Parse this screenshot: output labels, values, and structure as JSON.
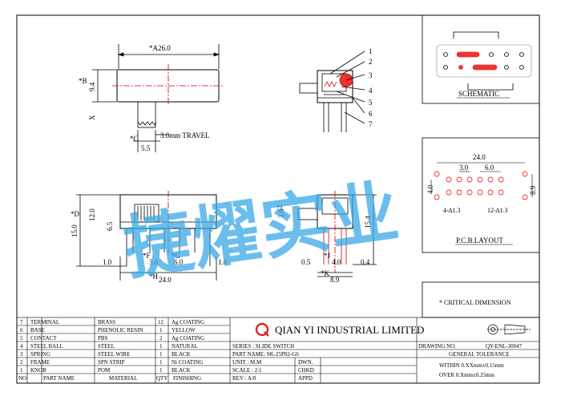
{
  "front_view": {
    "dim_a": "*A26.0",
    "dim_b_label": "*B",
    "dim_b_val": "9.4",
    "dim_x": "X",
    "dim_c": "*C",
    "dim_c_val": "5.5",
    "travel": "3.0mm TRAVEL"
  },
  "side_view": {
    "callouts": [
      "1",
      "2",
      "3",
      "4",
      "5",
      "6",
      "7"
    ]
  },
  "schematic": {
    "title": "SCHEMATIC"
  },
  "pcb": {
    "width": "24.0",
    "pitch_a": "3.0",
    "pitch_b": "6.0",
    "row": "4.0",
    "height": "8.9",
    "hole_a": "4-∆1.3",
    "hole_b": "12-∆1.3",
    "title": "P.C.B.LAYOUT"
  },
  "bottom_front": {
    "dim_d": "*D",
    "dim_d_val": "15.0",
    "dim_e_val": "12.0",
    "dim_65": "6.5",
    "dim_f": "*F",
    "dim_g": "*G",
    "dim_1a": "1.0",
    "dim_3": "3.0",
    "dim_6": "6.0",
    "dim_1b": "1.0",
    "dim_h": "*H",
    "dim_h_val": "24.0"
  },
  "bottom_side": {
    "dim_i": "*I",
    "dim_38": "3.8",
    "dim_154": "15.4",
    "dim_05": "0.5",
    "dim_j": "*J",
    "dim_40": "4.0",
    "dim_04": "0.4",
    "dim_k": "*K",
    "dim_89": "8.9"
  },
  "critical_note": "* CRITICAL  DIMENSION",
  "bom": [
    {
      "no": "7",
      "part": "TERMINAL",
      "mat": "BRASS",
      "qty": "12",
      "fin": "Ag COATING"
    },
    {
      "no": "6",
      "part": "BASE",
      "mat": "PHENOLIC RESIN",
      "qty": "1",
      "fin": "YELLOW"
    },
    {
      "no": "5",
      "part": "CONTACT",
      "mat": "PBS",
      "qty": "2",
      "fin": "Ag COATING"
    },
    {
      "no": "4",
      "part": "STEEL BALL",
      "mat": "STEEL",
      "qty": "1",
      "fin": "NATURAL"
    },
    {
      "no": "3",
      "part": "SPRING",
      "mat": "STEEL WIRE",
      "qty": "1",
      "fin": "BLACK"
    },
    {
      "no": "2",
      "part": "FRAME",
      "mat": "SPN STRIP",
      "qty": "1",
      "fin": "Ni COATING"
    },
    {
      "no": "1",
      "part": "KNOB",
      "mat": "POM",
      "qty": "1",
      "fin": "BLACK"
    }
  ],
  "bom_header": {
    "no": "NO",
    "part": "PART NAME",
    "mat": "MATERIAL",
    "qty": "QTY",
    "fin": "FINISHING"
  },
  "company": "QIAN YI INDUSTRIAL LIMITED",
  "info": {
    "series": "SERIES : SLIDE SWITCH",
    "part_name": "PART NAME: SK-25P02-G6",
    "unit": "UNIT : M.M",
    "scale": "SCALE : 2:1",
    "rev": "REV  : A/0",
    "dwn": "DWN.",
    "chkd": "CHKD",
    "appd": "APPD",
    "drawing_no_label": "DRAWING NO.",
    "drawing_no": "QY-ENL-30047",
    "gen_tol": "GENERAL TOLERANCE",
    "tol1": "WITHIN 0.XXmm±0.15mm",
    "tol2": "OVER   0.Xmm±0.25mm"
  },
  "watermark": "捷燿实业"
}
